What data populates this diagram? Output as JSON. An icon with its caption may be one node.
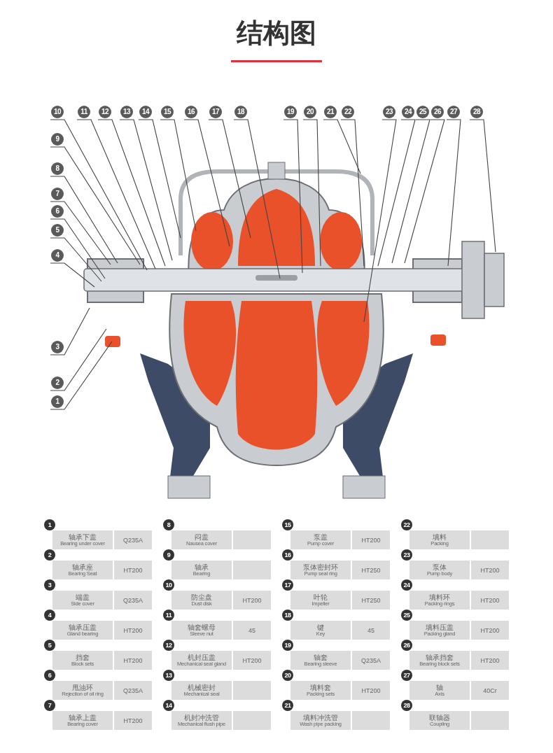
{
  "diagram": {
    "title": "结构图",
    "nodes": [
      {
        "text": [
          "1"
        ]
      },
      {
        "text": [
          "2"
        ]
      },
      {
        "text": [
          "3"
        ]
      },
      {
        "text": [
          "4"
        ]
      },
      {
        "text": [
          "5"
        ]
      },
      {
        "text": [
          "6"
        ]
      },
      {
        "text": [
          "7"
        ]
      },
      {
        "text": [
          "8"
        ]
      },
      {
        "text": [
          "9"
        ]
      },
      {
        "text": [
          "10"
        ]
      },
      {
        "text": [
          "11"
        ]
      },
      {
        "text": [
          "12"
        ]
      },
      {
        "text": [
          "13"
        ]
      },
      {
        "text": [
          "14"
        ]
      },
      {
        "text": [
          "15"
        ]
      },
      {
        "text": [
          "16"
        ]
      },
      {
        "text": [
          "17"
        ]
      },
      {
        "text": [
          "18"
        ]
      },
      {
        "text": [
          "19"
        ]
      },
      {
        "text": [
          "20"
        ]
      },
      {
        "text": [
          "21"
        ]
      },
      {
        "text": [
          "22"
        ]
      },
      {
        "text": [
          "23"
        ]
      },
      {
        "text": [
          "24"
        ]
      },
      {
        "text": [
          "25"
        ]
      },
      {
        "text": [
          "26"
        ]
      },
      {
        "text": [
          "27"
        ]
      },
      {
        "text": [
          "28"
        ]
      }
    ],
    "edges": [
      {
        "from": 0,
        "to": null,
        "arrow": "none"
      },
      {
        "from": 1,
        "to": null,
        "arrow": "none"
      },
      {
        "from": 2,
        "to": null,
        "arrow": "none"
      },
      {
        "from": 3,
        "to": null,
        "arrow": "none"
      },
      {
        "from": 4,
        "to": null,
        "arrow": "none"
      },
      {
        "from": 5,
        "to": null,
        "arrow": "none"
      },
      {
        "from": 6,
        "to": null,
        "arrow": "none"
      },
      {
        "from": 7,
        "to": null,
        "arrow": "none"
      },
      {
        "from": 8,
        "to": null,
        "arrow": "none"
      },
      {
        "from": 9,
        "to": null,
        "arrow": "none"
      },
      {
        "from": 10,
        "to": null,
        "arrow": "none"
      },
      {
        "from": 11,
        "to": null,
        "arrow": "none"
      },
      {
        "from": 12,
        "to": null,
        "arrow": "none"
      },
      {
        "from": 13,
        "to": null,
        "arrow": "none"
      },
      {
        "from": 14,
        "to": null,
        "arrow": "none"
      },
      {
        "from": 15,
        "to": null,
        "arrow": "none"
      },
      {
        "from": 16,
        "to": null,
        "arrow": "none"
      },
      {
        "from": 17,
        "to": null,
        "arrow": "none"
      },
      {
        "from": 18,
        "to": null,
        "arrow": "none"
      },
      {
        "from": 19,
        "to": null,
        "arrow": "none"
      },
      {
        "from": 20,
        "to": null,
        "arrow": "none"
      },
      {
        "from": 21,
        "to": null,
        "arrow": "none"
      },
      {
        "from": 22,
        "to": null,
        "arrow": "none"
      },
      {
        "from": 23,
        "to": null,
        "arrow": "none"
      },
      {
        "from": 24,
        "to": null,
        "arrow": "none"
      },
      {
        "from": 25,
        "to": null,
        "arrow": "none"
      },
      {
        "from": 26,
        "to": null,
        "arrow": "none"
      },
      {
        "from": 27,
        "to": null,
        "arrow": "none"
      }
    ],
    "labels": [
      "1",
      "轴承下盖",
      "Bearing under cover",
      "Q235A",
      "8",
      "闷盖",
      "Nausea cover",
      "15",
      "泵盖",
      "Pump cover",
      "HT200",
      "22",
      "填料",
      "Packing",
      "2",
      "轴承座",
      "Bearing Seat",
      "HT200",
      "9",
      "轴承",
      "Bearing",
      "16",
      "泵体密封环",
      "Pump seal ring",
      "HT250",
      "23",
      "泵体",
      "Pump body",
      "HT200",
      "3",
      "端盖",
      "Side cover",
      "Q235A",
      "10",
      "防尘盘",
      "Dust disk",
      "HT200",
      "17",
      "叶轮",
      "Impeller",
      "HT250",
      "24",
      "填料环",
      "Packing rings",
      "HT200",
      "4",
      "轴承压盖",
      "Gland bearing",
      "HT200",
      "11",
      "轴套螺母",
      "Sleeve nut",
      "45",
      "18",
      "键",
      "Key",
      "45",
      "25",
      "填料压盖",
      "Packing gland",
      "HT200",
      "5",
      "挡套",
      "Block sets",
      "HT200",
      "12",
      "机封压盖",
      "Mechanical seal gland",
      "HT200",
      "19",
      "轴套",
      "Bearing sleeve",
      "Q235A",
      "26",
      "轴承挡套",
      "Bearing block sets",
      "HT200",
      "6",
      "甩油环",
      "Rejection of oil ring",
      "Q235A",
      "13",
      "机械密封",
      "Mechanical seal",
      "20",
      "填料套",
      "Packing sets",
      "HT200",
      "27",
      "轴",
      "Axis",
      "40Cr",
      "7",
      "轴承上盖",
      "Bearing cover",
      "HT200",
      "14",
      "机封冲洗管",
      "Mechanical flush pipe",
      "21",
      "填料冲洗管",
      "Wash pipe packing",
      "28",
      "联轴器",
      "Coupling"
    ]
  }
}
